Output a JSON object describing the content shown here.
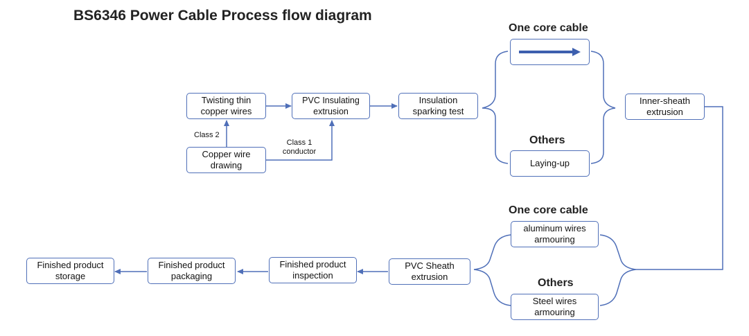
{
  "title": "BS6346 Power Cable Process flow diagram",
  "nodes": {
    "twisting": "Twisting thin\ncopper wires",
    "pvc_insulating": "PVC Insulating\nextrusion",
    "sparking": "Insulation\nsparking test",
    "copper_drawing": "Copper wire\ndrawing",
    "laying_up": "Laying-up",
    "inner_sheath": "Inner-sheath\nextrusion",
    "aluminum_armouring": "aluminum wires\narmouring",
    "steel_armouring": "Steel wires\narmouring",
    "pvc_sheath": "PVC Sheath\nextrusion",
    "inspection": "Finished product\ninspection",
    "packaging": "Finished product\npackaging",
    "storage": "Finished product\nstorage"
  },
  "edge_labels": {
    "class2": "Class 2",
    "class1": "Class 1\nconductor"
  },
  "branch_headings": {
    "top_one_core": "One core cable",
    "top_others": "Others",
    "bottom_one_core": "One core cable",
    "bottom_others": "Others"
  },
  "colors": {
    "border": "#4f6fb8",
    "arrow": "#4f6fb8",
    "bracket": "#4f6fb8"
  }
}
